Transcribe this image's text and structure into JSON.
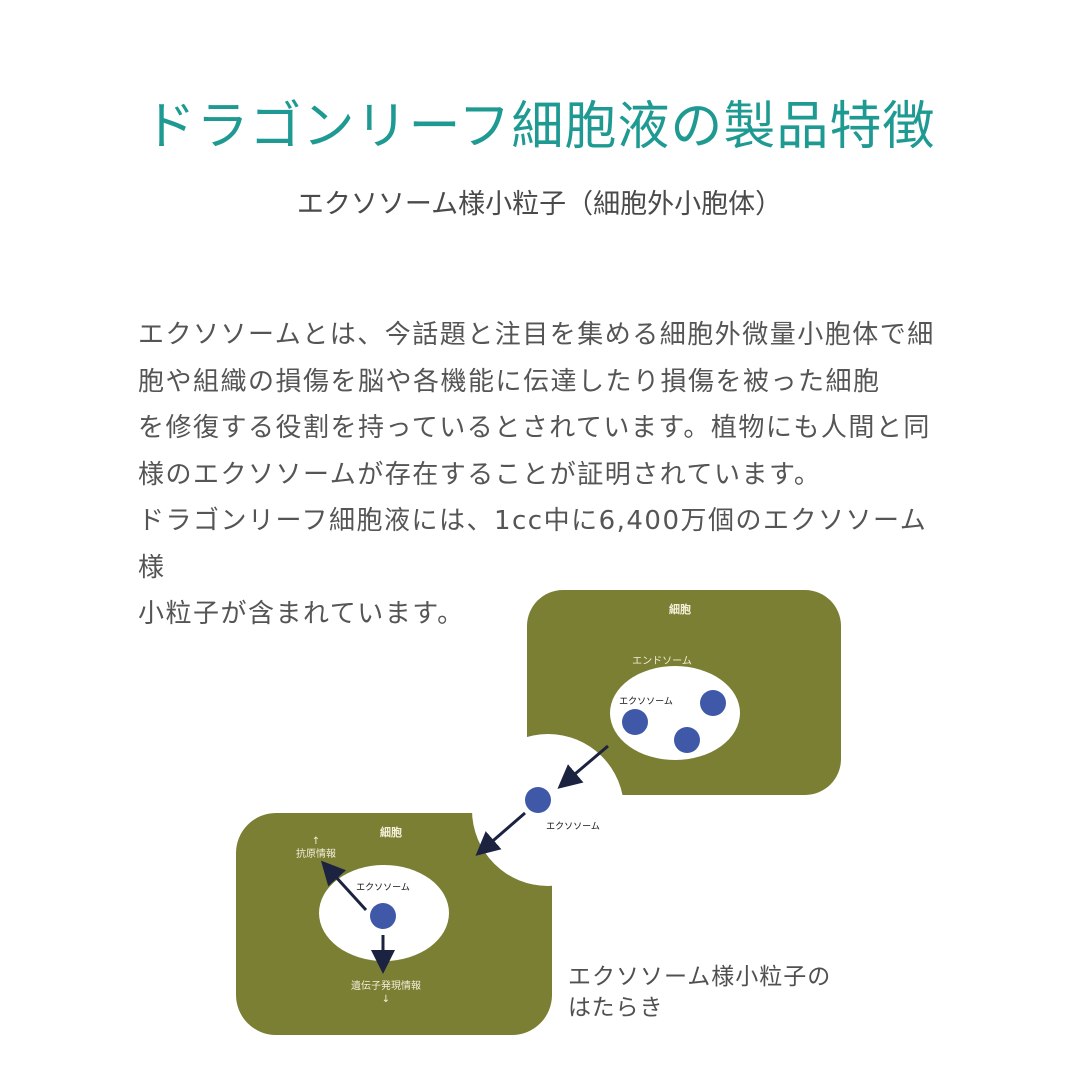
{
  "header": {
    "title": "ドラゴンリーフ細胞液の製品特徴",
    "subtitle": "エクソソーム様小粒子（細胞外小胞体）"
  },
  "body": {
    "lines": [
      "エクソソームとは、今話題と注目を集める細胞外微量小胞体で細",
      "胞や組織の損傷を脳や各機能に伝達したり損傷を被った細胞",
      "を修復する役割を持っているとされています。植物にも人間と同",
      "様のエクソソームが存在することが証明されています。",
      "ドラゴンリーフ細胞液には、1cc中に6,400万個のエクソソーム様",
      "小粒子が含まれています。"
    ]
  },
  "diagram": {
    "colors": {
      "cell": "#7a7f33",
      "vesicle": "#ffffff",
      "exosome": "#3f59a8",
      "arrow": "#1b2340",
      "cell_label": "#f3efd8",
      "title": "#1f9a92"
    },
    "source_cell": {
      "label": "細胞",
      "endosome_label": "エンドソーム",
      "exosome_label": "エクソソーム"
    },
    "transit": {
      "exosome_label": "エクソソーム"
    },
    "target_cell": {
      "label": "細胞",
      "exosome_label": "エクソソーム",
      "antigen_label": "抗原情報",
      "antigen_arrow": "↑",
      "gene_label": "遺伝子発現情報",
      "gene_arrow": "↓"
    }
  },
  "caption": {
    "line1": "エクソソーム様小粒子の",
    "line2": "はたらき"
  }
}
